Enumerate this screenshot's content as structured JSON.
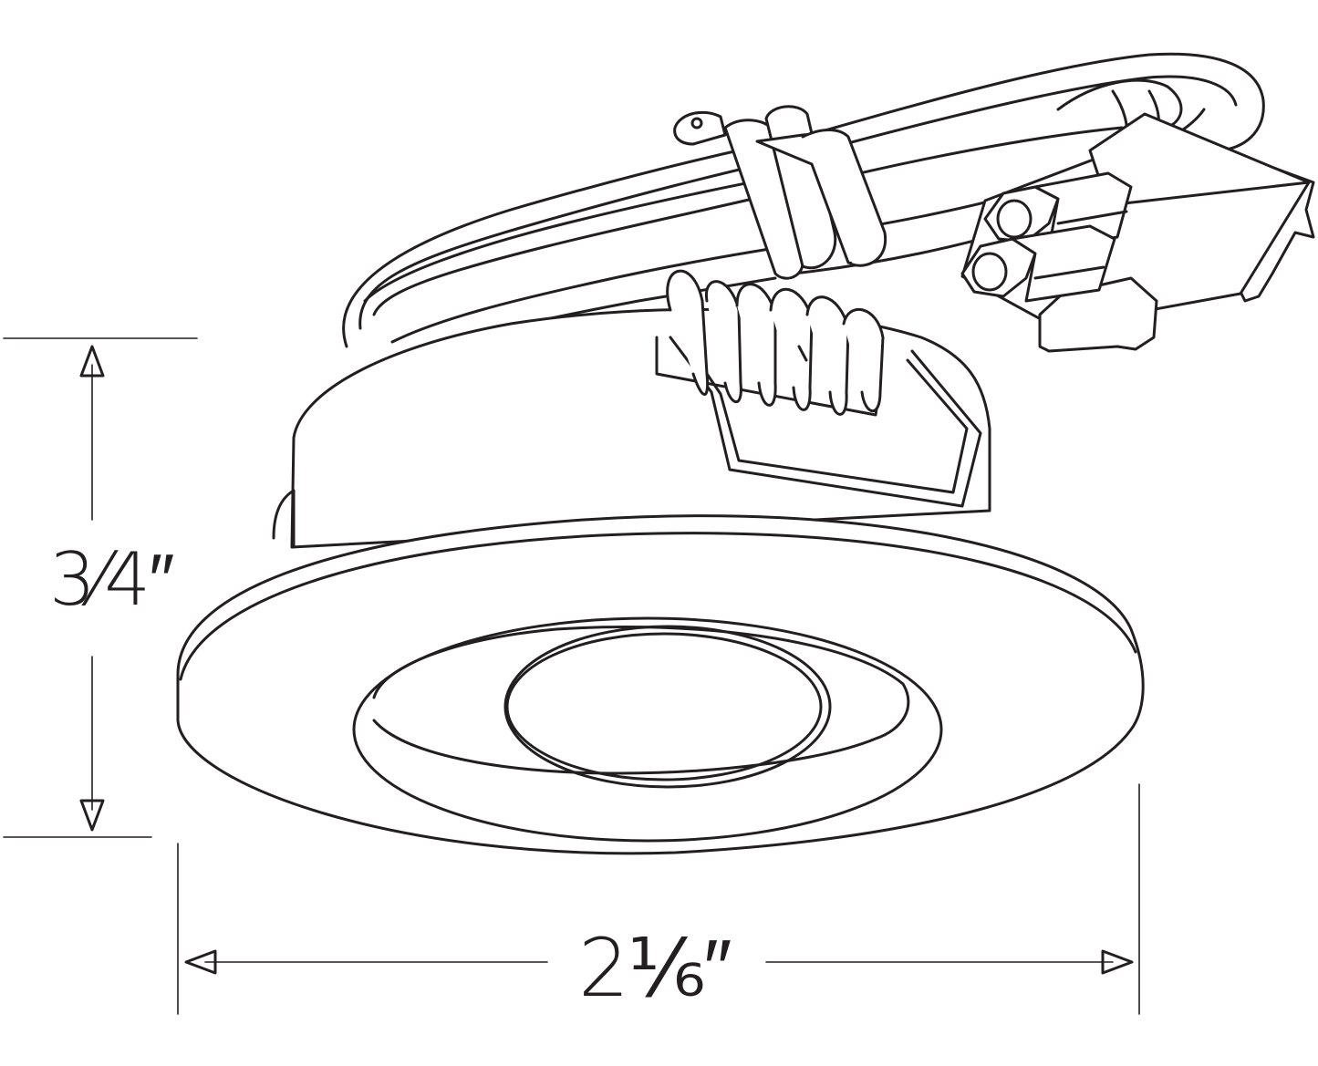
{
  "diagram": {
    "subject": "Recessed puck light with spring clip, wire coil and connector",
    "line_color": "#231f20",
    "background": "#ffffff",
    "dimensions": {
      "height": {
        "label": "3⁄4″",
        "orientation": "vertical"
      },
      "width": {
        "label": "2⅙″",
        "orientation": "horizontal"
      }
    },
    "parts": [
      "trim-ring",
      "lens",
      "housing",
      "spring-clip",
      "coil-spring",
      "wire-bundle",
      "cable-tie",
      "two-pin-connector"
    ]
  }
}
